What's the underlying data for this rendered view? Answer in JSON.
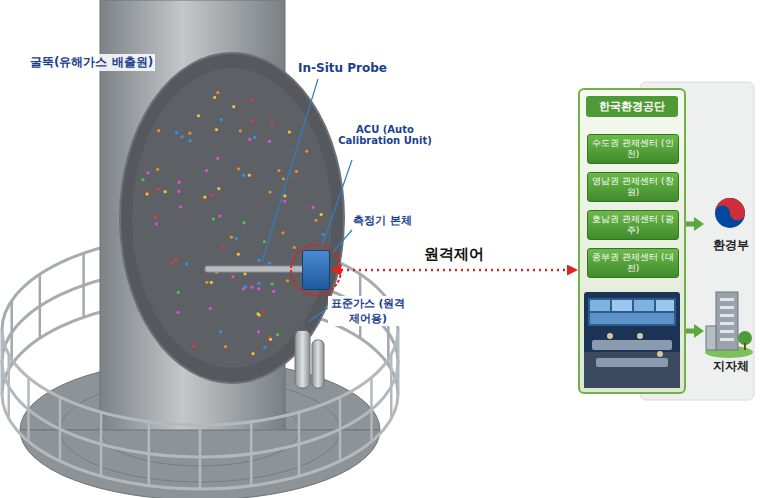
{
  "diagram": {
    "nodes": [
      {
        "text": [
          "측정기 본체"
        ]
      },
      {
        "text": [
          "한국환경공단"
        ]
      },
      {
        "text": [
          "수도권 관제센터 (인천)"
        ],
        "in": 1
      },
      {
        "text": [
          "영남권 관제센터 (창원)"
        ],
        "in": 1
      },
      {
        "text": [
          "호남권 관제센터 (광주)"
        ],
        "in": 1
      },
      {
        "text": [
          "중부권 관제센터 (대전)"
        ],
        "in": 1
      },
      {
        "text": [
          "환경부"
        ]
      },
      {
        "text": [
          "지자체"
        ]
      }
    ],
    "edges": [
      {
        "from": 0,
        "to": 1,
        "arrow": "both",
        "label": "원격제어"
      },
      {
        "from": 1,
        "to": 6,
        "arrow": "to"
      },
      {
        "from": 1,
        "to": 7,
        "arrow": "to"
      }
    ],
    "labels": [
      "굴뚝(유해가스 배출원)",
      "In-Situ Probe",
      "ACU (Auto Calibration Unit)",
      "표준가스 (원격제어용)"
    ]
  }
}
